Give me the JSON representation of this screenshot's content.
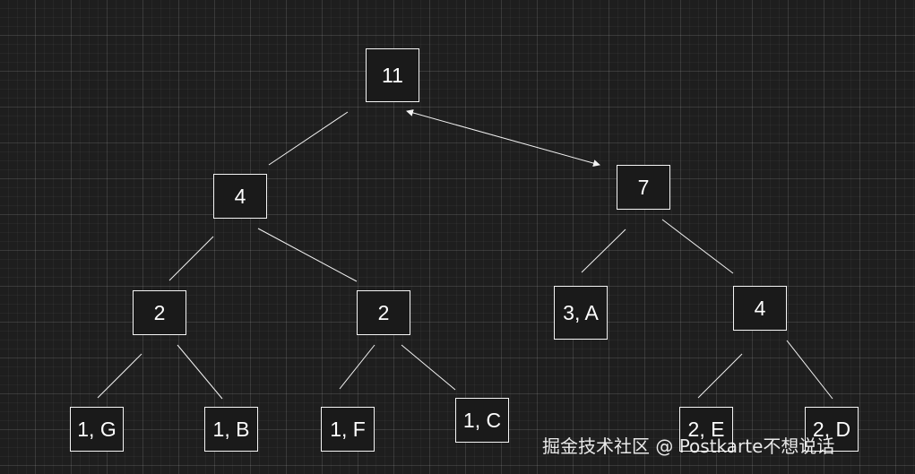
{
  "tree": {
    "root": "11",
    "left_internal": "4",
    "right_internal": "7",
    "left_left_internal": "2",
    "left_right_internal": "2",
    "right_leaf_a": "3, A",
    "right_right_internal": "4",
    "leaf_g": "1, G",
    "leaf_b": "1, B",
    "leaf_f": "1, F",
    "leaf_c": "1, C",
    "leaf_e": "2, E",
    "leaf_d": "2, D"
  },
  "watermark": "掘金技术社区 @ Postkarte不想说话",
  "colors": {
    "background": "#1e1e1e",
    "node_border": "#f5f5f5",
    "text": "#ffffff"
  }
}
